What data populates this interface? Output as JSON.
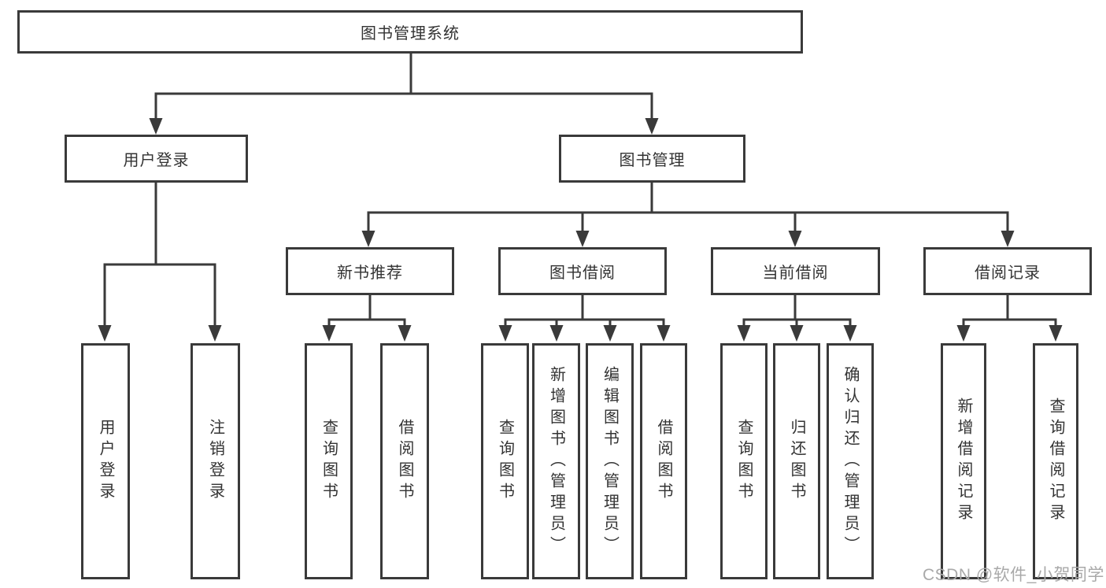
{
  "tree": {
    "root": {
      "label": "图书管理系统",
      "children": [
        {
          "label": "用户登录",
          "children": [
            {
              "label": "用户登录"
            },
            {
              "label": "注销登录"
            }
          ]
        },
        {
          "label": "图书管理",
          "children": [
            {
              "label": "新书推荐",
              "children": [
                {
                  "label": "查询图书"
                },
                {
                  "label": "借阅图书"
                }
              ]
            },
            {
              "label": "图书借阅",
              "children": [
                {
                  "label": "查询图书"
                },
                {
                  "label": "新增图书（管理员）"
                },
                {
                  "label": "编辑图书（管理员）"
                },
                {
                  "label": "借阅图书"
                }
              ]
            },
            {
              "label": "当前借阅",
              "children": [
                {
                  "label": "查询图书"
                },
                {
                  "label": "归还图书"
                },
                {
                  "label": "确认归还（管理员）"
                }
              ]
            },
            {
              "label": "借阅记录",
              "children": [
                {
                  "label": "新增借阅记录"
                },
                {
                  "label": "查询借阅记录"
                }
              ]
            }
          ]
        }
      ]
    }
  },
  "watermark": "CSDN @软件_小贺同学",
  "colors": {
    "line": "#3a3a3a",
    "text": "#333333",
    "background": "#ffffff",
    "watermark": "#a9a9a9"
  }
}
